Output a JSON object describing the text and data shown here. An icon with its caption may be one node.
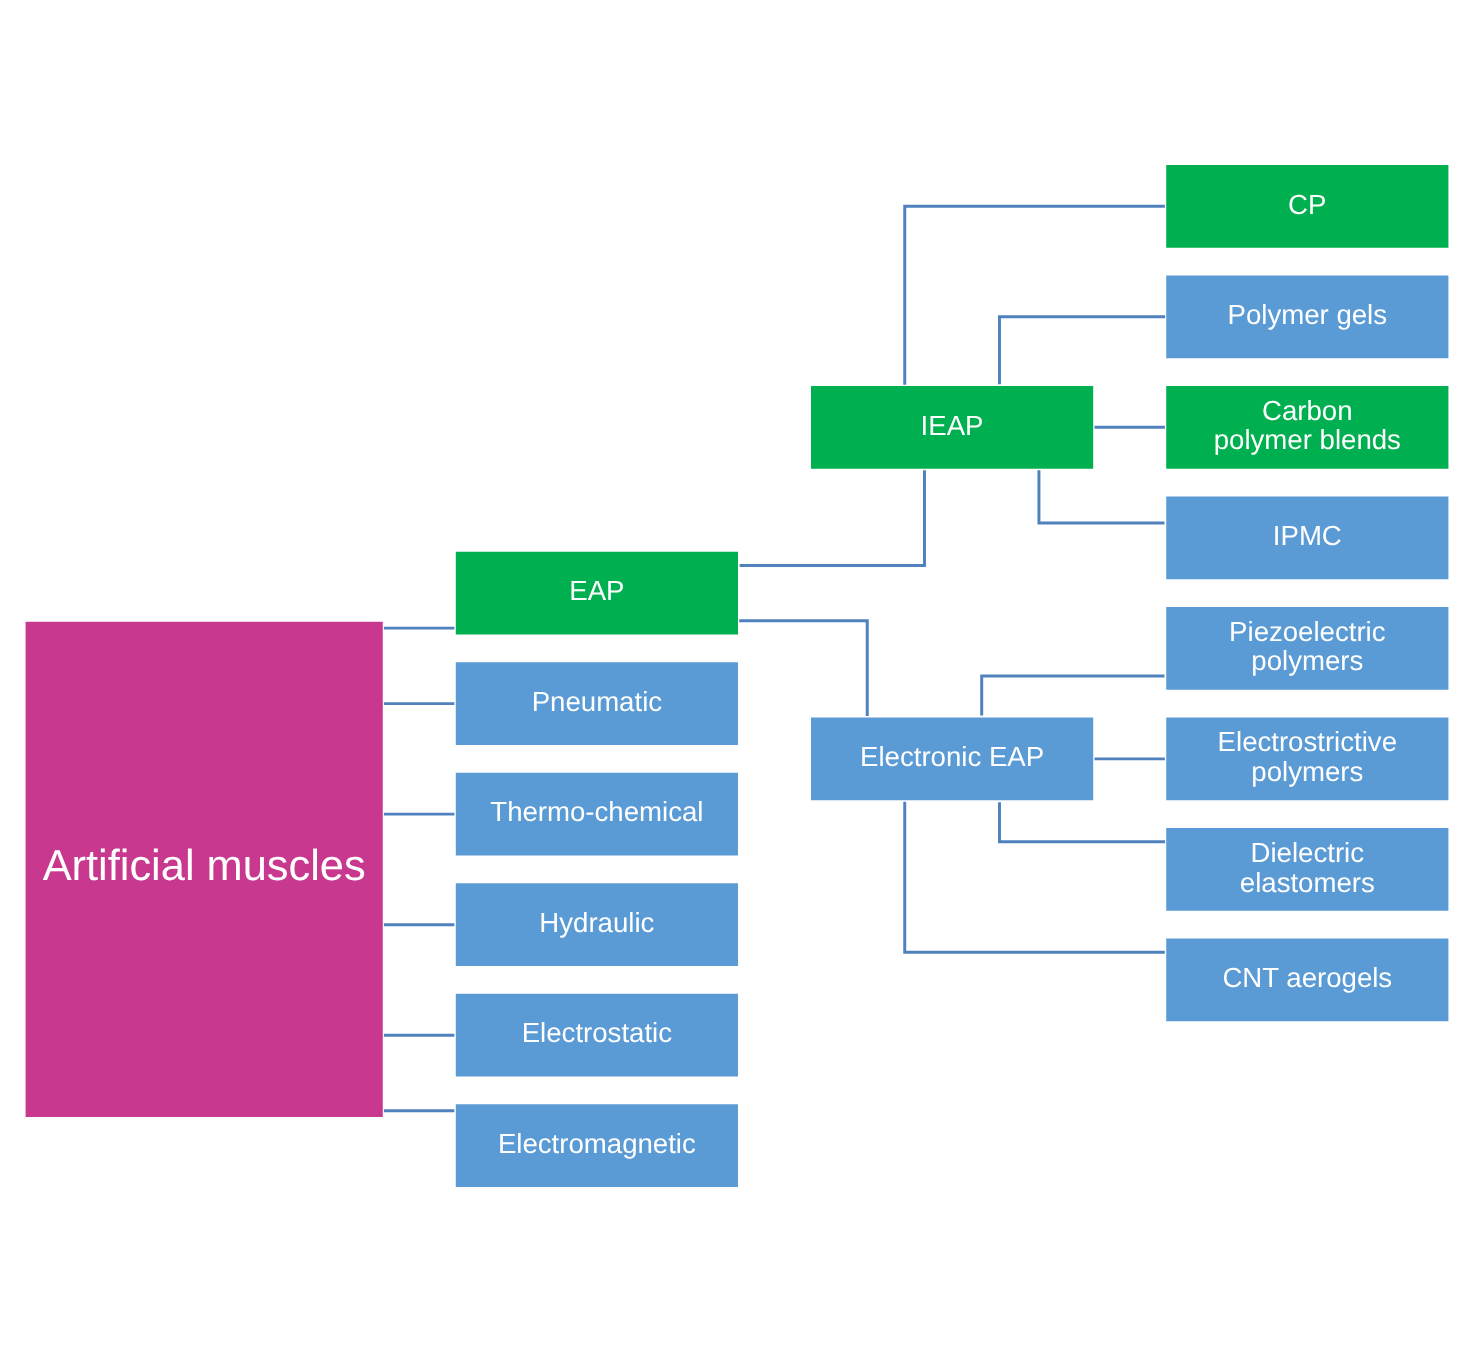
{
  "diagram": {
    "nodes": [
      {
        "text": [
          "Artificial muscles"
        ]
      },
      {
        "text": [
          "EAP"
        ]
      },
      {
        "text": [
          "Pneumatic"
        ]
      },
      {
        "text": [
          "Thermo-chemical"
        ]
      },
      {
        "text": [
          "Hydraulic"
        ]
      },
      {
        "text": [
          "Electrostatic"
        ]
      },
      {
        "text": [
          "Electromagnetic"
        ]
      },
      {
        "text": [
          "IEAP"
        ]
      },
      {
        "text": [
          "Electronic EAP"
        ]
      },
      {
        "text": [
          "CP"
        ]
      },
      {
        "text": [
          "Polymer gels"
        ]
      },
      {
        "text": [
          "Carbon polymer blends"
        ]
      },
      {
        "text": [
          "IPMC"
        ]
      },
      {
        "text": [
          "Piezoelectric polymers"
        ]
      },
      {
        "text": [
          "Electrostrictive polymers"
        ]
      },
      {
        "text": [
          "Dielectric elastomers"
        ]
      },
      {
        "text": [
          "CNT aerogels"
        ]
      }
    ],
    "edges": [
      {
        "from": 0,
        "to": 1,
        "arrow": "none"
      },
      {
        "from": 0,
        "to": 2,
        "arrow": "none"
      },
      {
        "from": 0,
        "to": 3,
        "arrow": "none"
      },
      {
        "from": 0,
        "to": 4,
        "arrow": "none"
      },
      {
        "from": 0,
        "to": 5,
        "arrow": "none"
      },
      {
        "from": 0,
        "to": 6,
        "arrow": "none"
      },
      {
        "from": 1,
        "to": 7,
        "arrow": "none"
      },
      {
        "from": 1,
        "to": 8,
        "arrow": "none"
      },
      {
        "from": 7,
        "to": 9,
        "arrow": "none"
      },
      {
        "from": 7,
        "to": 10,
        "arrow": "none"
      },
      {
        "from": 7,
        "to": 11,
        "arrow": "none"
      },
      {
        "from": 7,
        "to": 12,
        "arrow": "none"
      },
      {
        "from": 8,
        "to": 13,
        "arrow": "none"
      },
      {
        "from": 8,
        "to": 14,
        "arrow": "none"
      },
      {
        "from": 8,
        "to": 15,
        "arrow": "none"
      },
      {
        "from": 8,
        "to": 16,
        "arrow": "none"
      }
    ]
  }
}
